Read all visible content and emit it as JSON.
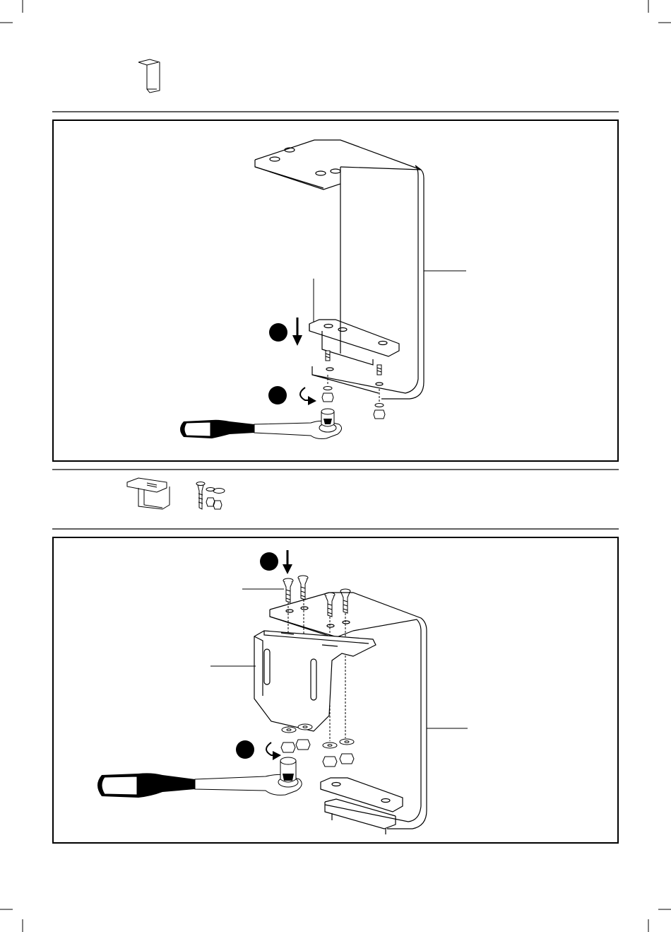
{
  "page": {
    "background": "#ffffff",
    "ink": "#000000"
  },
  "sections": [
    {
      "parts_row": {
        "icons": [
          "c-clamp-bracket-icon"
        ]
      },
      "panel": {
        "steps": [
          {
            "marker": "filled-circle",
            "action": "arrow-down"
          },
          {
            "marker": "filled-circle",
            "action": "rotate-clockwise"
          }
        ],
        "parts": [
          "c-clamp-bracket",
          "clamp-plate",
          "bolts",
          "washers",
          "nuts",
          "ratchet-wrench"
        ]
      }
    },
    {
      "parts_row": {
        "icons": [
          "mounting-bracket-icon",
          "screw-washer-nut-set-icon"
        ]
      },
      "panel": {
        "steps": [
          {
            "marker": "filled-circle",
            "action": "arrow-down"
          },
          {
            "marker": "filled-circle",
            "action": "rotate-clockwise"
          }
        ],
        "parts": [
          "screws",
          "mounting-bracket",
          "c-clamp-bracket",
          "washers",
          "nuts",
          "ratchet-wrench",
          "clamp-plate"
        ]
      }
    }
  ]
}
